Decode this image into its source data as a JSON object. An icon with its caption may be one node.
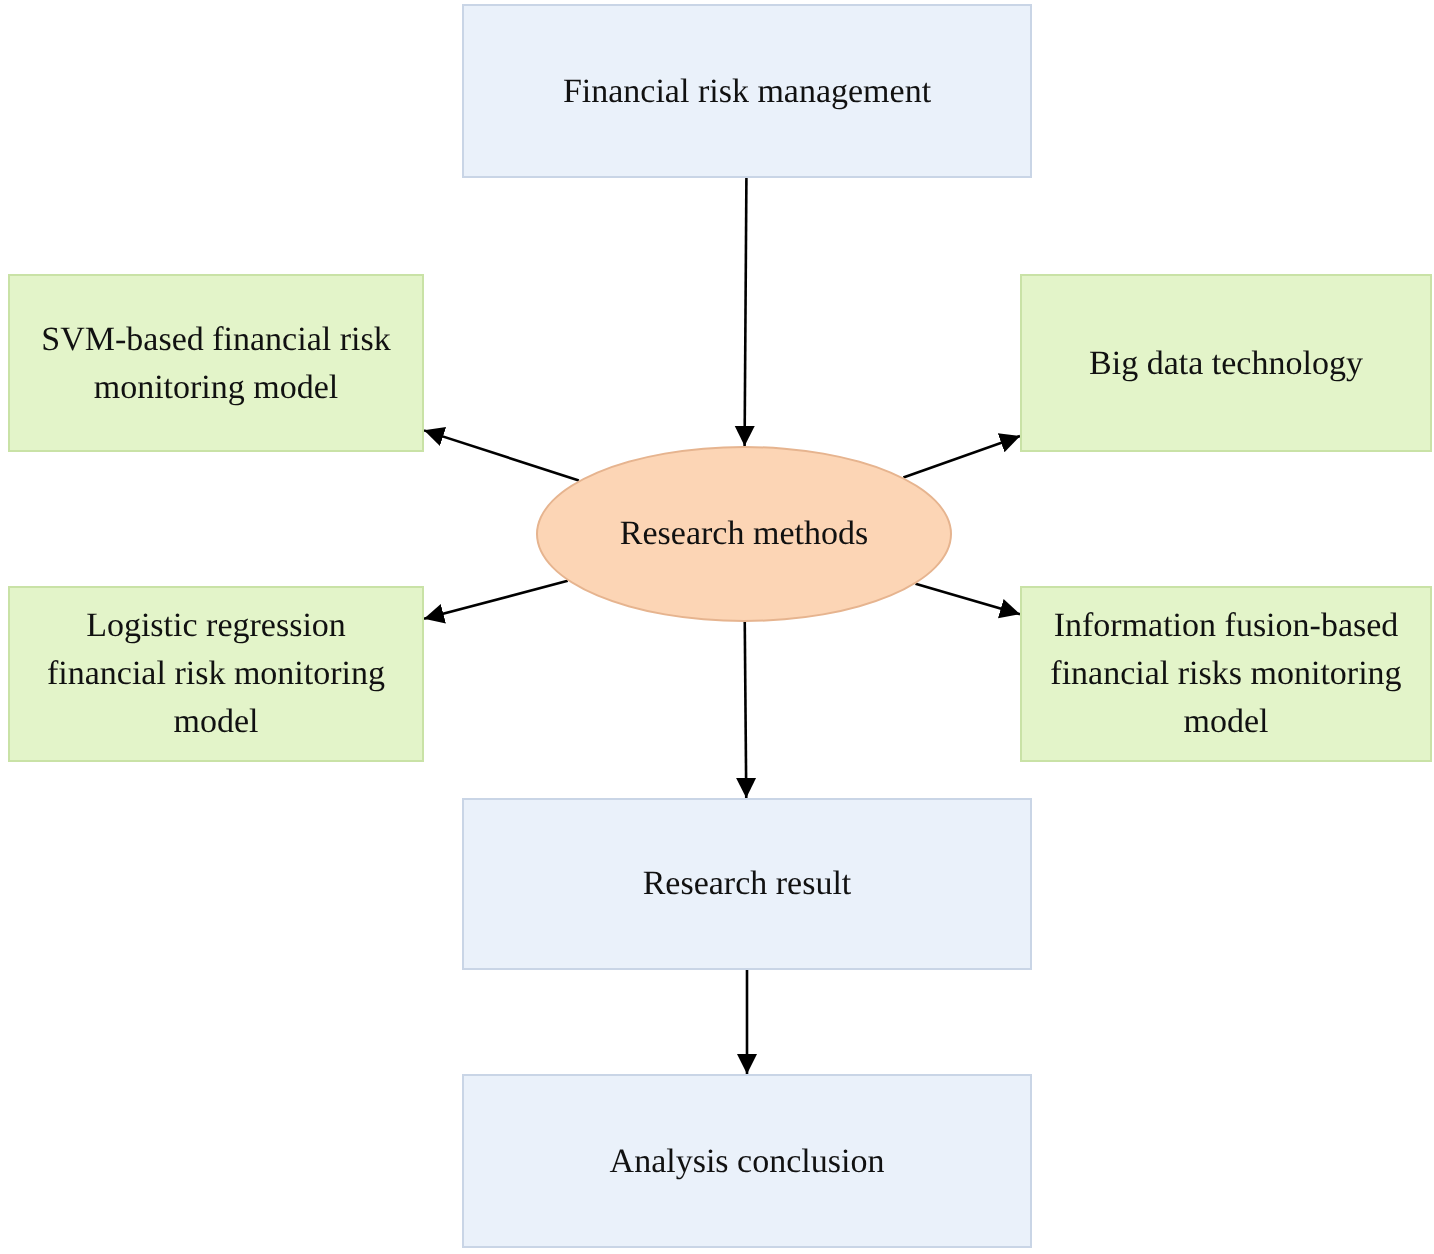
{
  "diagram": {
    "nodes": [
      {
        "text": [
          "Financial risk management"
        ]
      },
      {
        "text": [
          "SVM-based financial risk monitoring model"
        ]
      },
      {
        "text": [
          "Big data technology"
        ]
      },
      {
        "text": [
          "Research methods"
        ]
      },
      {
        "text": [
          "Logistic regression financial risk monitoring model"
        ]
      },
      {
        "text": [
          "Information fusion-based financial risks monitoring model"
        ]
      },
      {
        "text": [
          "Research result"
        ]
      },
      {
        "text": [
          "Analysis conclusion"
        ]
      }
    ],
    "edges": [
      {
        "from": 0,
        "to": 3,
        "arrow": "to"
      },
      {
        "from": 3,
        "to": 1,
        "arrow": "to"
      },
      {
        "from": 3,
        "to": 2,
        "arrow": "to"
      },
      {
        "from": 3,
        "to": 4,
        "arrow": "to"
      },
      {
        "from": 3,
        "to": 5,
        "arrow": "to"
      },
      {
        "from": 3,
        "to": 6,
        "arrow": "to"
      },
      {
        "from": 6,
        "to": 7,
        "arrow": "to"
      }
    ]
  }
}
